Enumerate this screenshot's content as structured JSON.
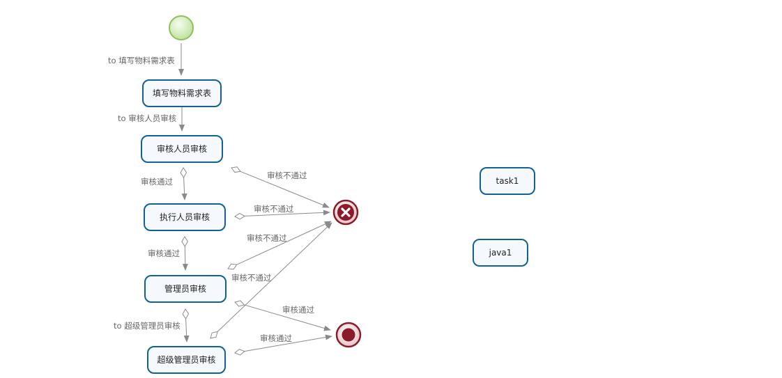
{
  "diagram": {
    "nodes": [
      {
        "id": "start",
        "kind": "start-event",
        "label": ""
      },
      {
        "id": "fill_form",
        "kind": "task",
        "label": "填写物料需求表"
      },
      {
        "id": "reviewer_audit",
        "kind": "task",
        "label": "审核人员审核"
      },
      {
        "id": "executor_audit",
        "kind": "task",
        "label": "执行人员审核"
      },
      {
        "id": "admin_audit",
        "kind": "task",
        "label": "管理员审核"
      },
      {
        "id": "super_admin_audit",
        "kind": "task",
        "label": "超级管理员审核"
      },
      {
        "id": "task1",
        "kind": "task",
        "label": "task1"
      },
      {
        "id": "java1",
        "kind": "task",
        "label": "java1"
      },
      {
        "id": "error_end",
        "kind": "error-end-event",
        "label": ""
      },
      {
        "id": "end",
        "kind": "end-event",
        "label": ""
      }
    ],
    "edges": [
      {
        "id": "e1",
        "from": "start",
        "to": "fill_form",
        "label": "to 填写物料需求表",
        "conditional": false
      },
      {
        "id": "e2",
        "from": "fill_form",
        "to": "reviewer_audit",
        "label": "to 审核人员审核",
        "conditional": false
      },
      {
        "id": "e3",
        "from": "reviewer_audit",
        "to": "executor_audit",
        "label": "审核通过",
        "conditional": true
      },
      {
        "id": "e4",
        "from": "reviewer_audit",
        "to": "error_end",
        "label": "审核不通过",
        "conditional": true
      },
      {
        "id": "e5",
        "from": "executor_audit",
        "to": "error_end",
        "label": "审核不通过",
        "conditional": true
      },
      {
        "id": "e6",
        "from": "executor_audit",
        "to": "admin_audit",
        "label": "审核通过",
        "conditional": true
      },
      {
        "id": "e7",
        "from": "admin_audit",
        "to": "error_end",
        "label": "审核不通过",
        "conditional": true
      },
      {
        "id": "e8",
        "from": "admin_audit",
        "to": "super_admin_audit",
        "label": "to 超级管理员审核",
        "conditional": true
      },
      {
        "id": "e9",
        "from": "admin_audit",
        "to": "end",
        "label": "审核通过",
        "conditional": true
      },
      {
        "id": "e10",
        "from": "super_admin_audit",
        "to": "error_end",
        "label": "审核不通过",
        "conditional": true
      },
      {
        "id": "e11",
        "from": "super_admin_audit",
        "to": "end",
        "label": "审核通过",
        "conditional": true
      }
    ]
  },
  "colors": {
    "task_border": "#0f6292",
    "task_fill": "#f5f8fc",
    "edge": "#8a8a8a",
    "edge_label": "#666666",
    "start_fill": "#d6eec2",
    "start_border": "#8fbf5c",
    "end_fill": "#8a1b28",
    "end_ring": "#f0d0d5"
  }
}
